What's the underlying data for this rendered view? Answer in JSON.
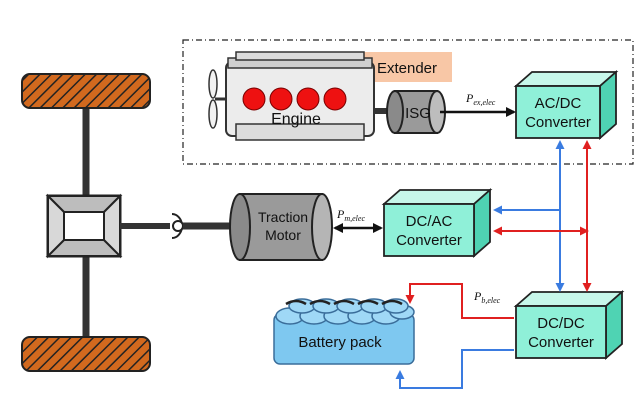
{
  "labels": {
    "extender": "Extender",
    "engine": "Engine",
    "isg": "ISG",
    "acdc_line1": "AC/DC",
    "acdc_line2": "Converter",
    "dcac_line1": "DC/AC",
    "dcac_line2": "Converter",
    "dcdc_line1": "DC/DC",
    "dcdc_line2": "Converter",
    "traction_line1": "Traction",
    "traction_line2": "Motor",
    "battery": "Battery pack"
  },
  "power_labels": {
    "p_ex": {
      "main": "P",
      "sub": "ex,elec"
    },
    "p_m": {
      "main": "P",
      "sub": "m,elec"
    },
    "p_b": {
      "main": "P",
      "sub": "b,elec"
    }
  },
  "colors": {
    "converter_front": "#8ff0d8",
    "converter_side": "#4fd3b3",
    "engine_cyl": "#ee1111",
    "gray_body": "#9a9a9a",
    "battery_cell": "#7ec8f0",
    "extender_label_bg": "#f8c7a6",
    "wheel": "#d2691e",
    "flow_red": "#e02020",
    "flow_blue": "#3a7be0"
  }
}
